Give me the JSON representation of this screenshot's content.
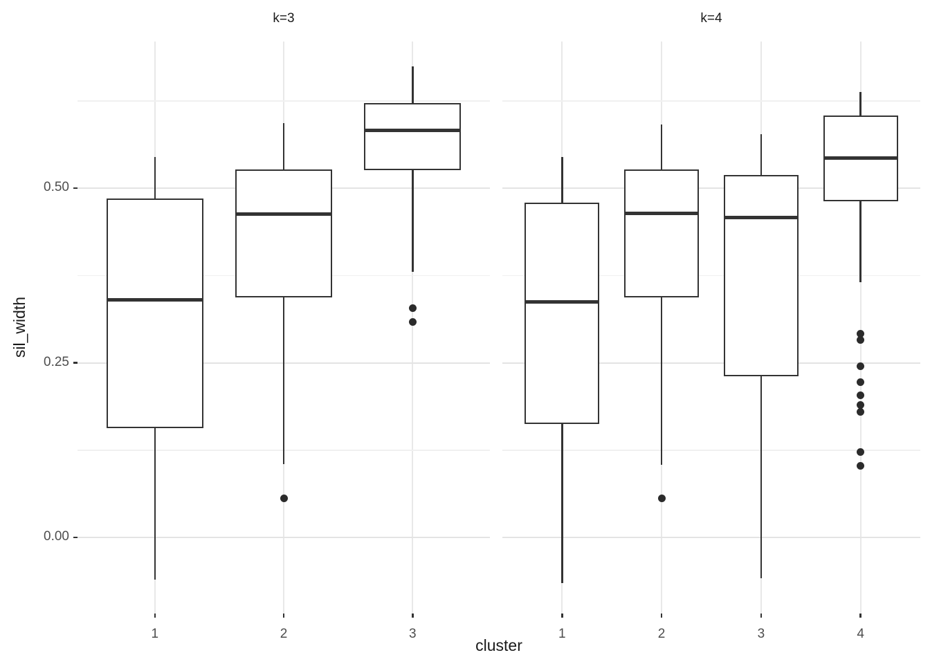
{
  "chart_data": {
    "type": "boxplot",
    "title": "",
    "xlabel": "cluster",
    "ylabel": "sil_width",
    "grid": true,
    "legend": "none",
    "ylim": [
      -0.103,
      0.711
    ],
    "y_ticks": [
      {
        "value": 0.5,
        "label": "0.50"
      },
      {
        "value": 0.25,
        "label": "0.25"
      },
      {
        "value": 0.0,
        "label": "0.00"
      }
    ],
    "y_minor_ticks": [
      0.625,
      0.375,
      0.125
    ],
    "panels": [
      {
        "title": "k=3",
        "categories": [
          "1",
          "2",
          "3"
        ],
        "boxes": [
          {
            "cluster": "1",
            "whisker_low": -0.06,
            "q1": 0.156,
            "median": 0.34,
            "q3": 0.485,
            "whisker_high": 0.545,
            "outliers": []
          },
          {
            "cluster": "2",
            "whisker_low": 0.105,
            "q1": 0.344,
            "median": 0.463,
            "q3": 0.527,
            "whisker_high": 0.593,
            "outliers": [
              0.056
            ]
          },
          {
            "cluster": "3",
            "whisker_low": 0.38,
            "q1": 0.526,
            "median": 0.583,
            "q3": 0.622,
            "whisker_high": 0.674,
            "outliers": [
              0.328,
              0.308
            ]
          }
        ]
      },
      {
        "title": "k=4",
        "categories": [
          "1",
          "2",
          "3",
          "4"
        ],
        "boxes": [
          {
            "cluster": "1",
            "whisker_low": -0.065,
            "q1": 0.162,
            "median": 0.337,
            "q3": 0.479,
            "whisker_high": 0.545,
            "outliers": []
          },
          {
            "cluster": "2",
            "whisker_low": 0.104,
            "q1": 0.344,
            "median": 0.464,
            "q3": 0.527,
            "whisker_high": 0.591,
            "outliers": [
              0.056
            ]
          },
          {
            "cluster": "3",
            "whisker_low": -0.058,
            "q1": 0.231,
            "median": 0.458,
            "q3": 0.519,
            "whisker_high": 0.577,
            "outliers": []
          },
          {
            "cluster": "4",
            "whisker_low": 0.365,
            "q1": 0.481,
            "median": 0.543,
            "q3": 0.604,
            "whisker_high": 0.638,
            "outliers": [
              0.292,
              0.283,
              0.245,
              0.222,
              0.203,
              0.19,
              0.18,
              0.122,
              0.102
            ]
          }
        ]
      }
    ],
    "colors": {
      "box_stroke": "#333333",
      "box_fill": "#ffffff",
      "outlier": "#2b2b2b",
      "grid_major": "#e3e3e3",
      "grid_minor": "#f0f0f0",
      "axis_text": "#4d4d4d",
      "axis_title": "#1a1a1a",
      "strip_text": "#1a1a1a",
      "background": "#ffffff",
      "tick": "#333333"
    }
  }
}
